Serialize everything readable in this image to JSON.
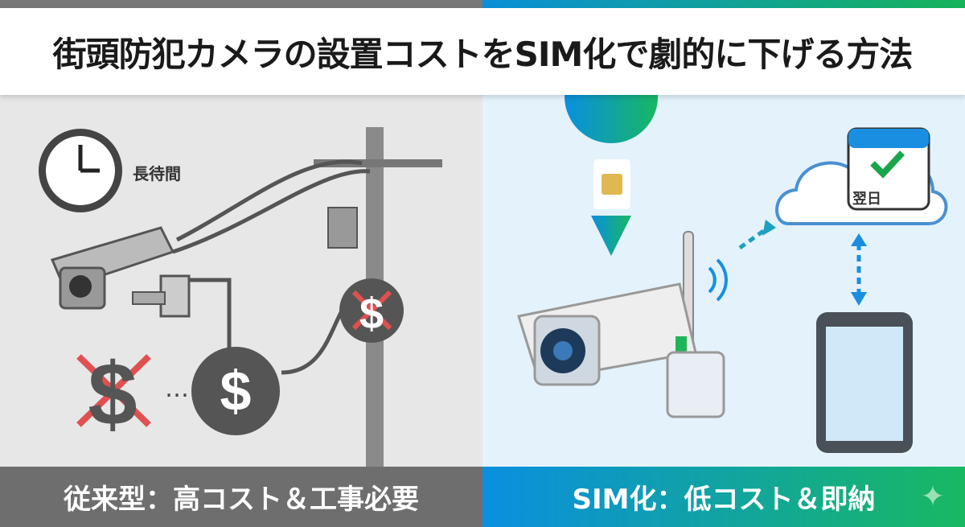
{
  "title": "街頭防犯カメラの設置コストをSIM化で劇的に下げる方法",
  "left": {
    "wait_label": "長待間",
    "caption": "従来型：高コスト＆工事必要"
  },
  "right": {
    "calendar_label": "翌日",
    "caption": "SIM化：低コスト＆即納"
  },
  "colors": {
    "left_band": "#6e6e6e",
    "right_gradient_start": "#0a8fe0",
    "right_gradient_end": "#18b862",
    "cross": "#e05050",
    "check": "#1aa64a"
  }
}
